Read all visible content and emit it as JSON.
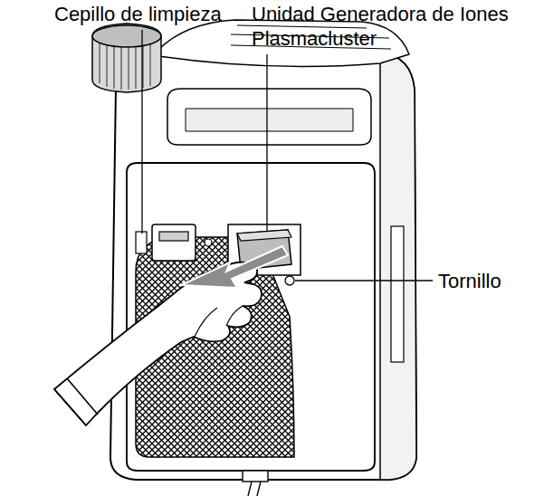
{
  "diagram": {
    "labels": [
      "Cepillo de limpieza",
      "Unidad Generadora de Iones Plasmacluster",
      "Tornillo"
    ]
  }
}
